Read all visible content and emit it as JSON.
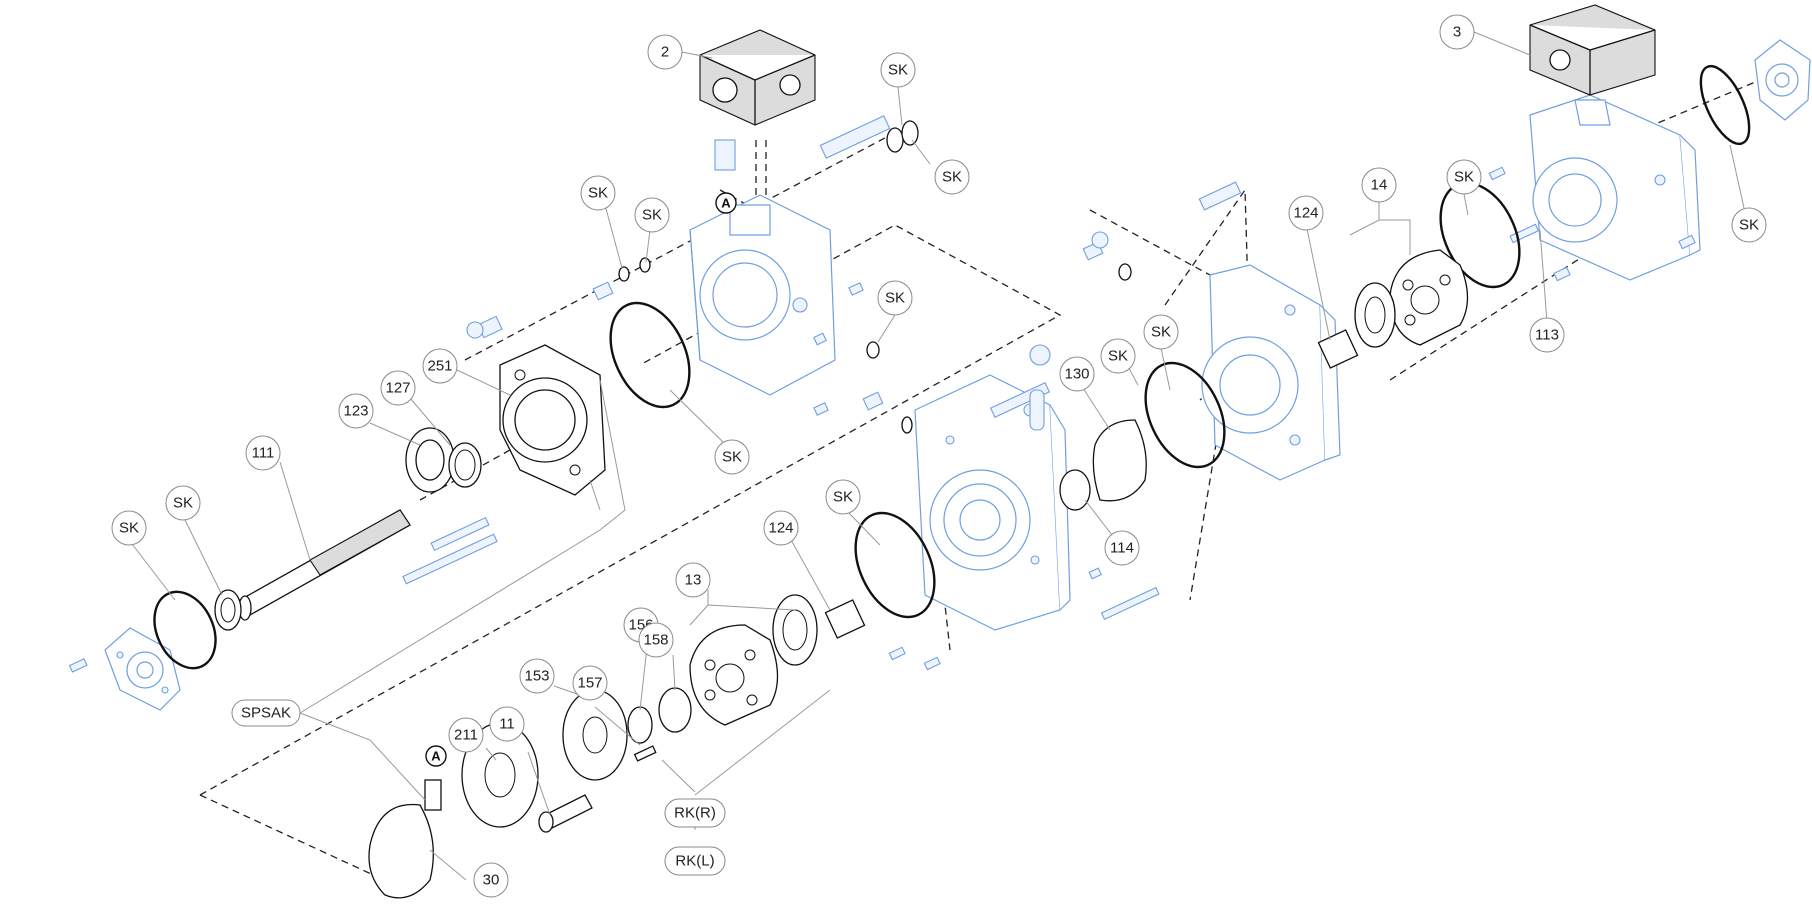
{
  "diagram": {
    "background_color": "#ffffff",
    "housing_color": "#6f9fe0",
    "part_color": "#111111",
    "callouts": {
      "c2": "2",
      "c3": "3",
      "sk_top1": "SK",
      "sk_top2": "SK",
      "sk_upper_left1": "SK",
      "sk_upper_left2": "SK",
      "sk_mid_screw": "SK",
      "sk_oring_front": "SK",
      "sk_right_a": "SK",
      "sk_right_b": "SK",
      "sk_right_c": "SK",
      "sk_right_d": "SK",
      "sk_left1": "SK",
      "sk_left2": "SK",
      "sk_lower": "SK",
      "c14": "14",
      "c124_right": "124",
      "c113": "113",
      "c130": "130",
      "c114": "114",
      "c251": "251",
      "c127": "127",
      "c123": "123",
      "c111": "111",
      "c124_lower": "124",
      "c13": "13",
      "c156": "156",
      "c158": "158",
      "c153": "153",
      "c157": "157",
      "c211": "211",
      "c11": "11",
      "c30": "30",
      "spsak": "SPSAK",
      "rk_r": "RK(R)",
      "rk_l": "RK(L)",
      "marker_a_top": "A",
      "marker_a_bottom": "A"
    }
  }
}
